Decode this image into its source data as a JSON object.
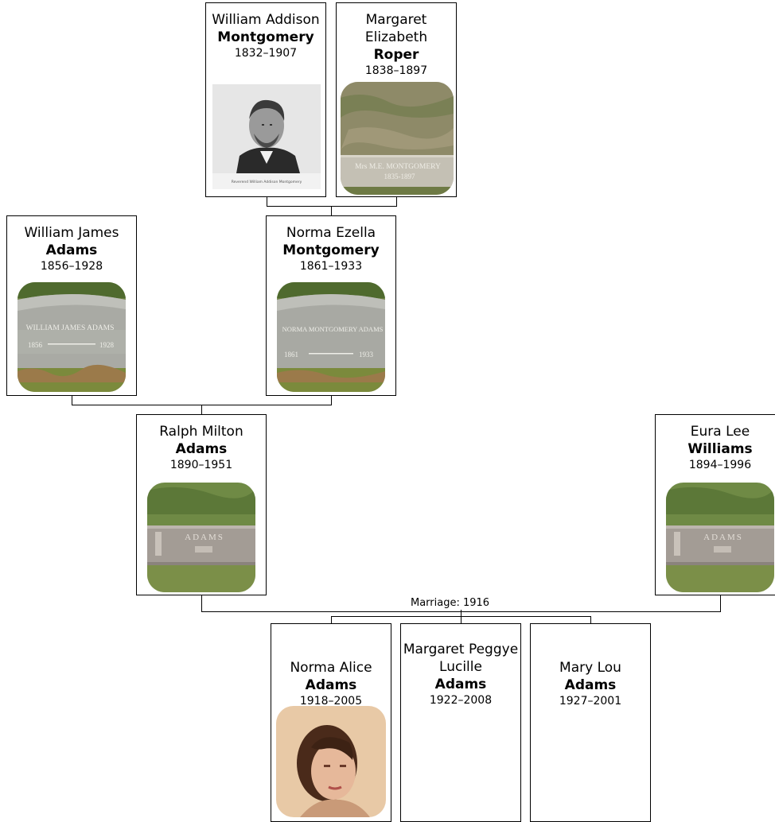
{
  "people": {
    "wam": {
      "given": "William Addison",
      "surname": "Montgomery",
      "dates": "1832–1907",
      "photo": "portrait-engraving",
      "caption": "Reverend William Addison Montgomery"
    },
    "mer": {
      "given": "Margaret Elizabeth",
      "surname": "Roper",
      "dates": "1838–1897",
      "photo": "gravestone-flat",
      "inscription_1": "Mrs M.E. MONTGOMERY",
      "inscription_2": "1835-1897"
    },
    "wja": {
      "given": "William James",
      "surname": "Adams",
      "dates": "1856–1928",
      "photo": "gravestone-upright",
      "inscription_1": "WILLIAM JAMES ADAMS",
      "inscription_2": "1856",
      "inscription_3": "1928"
    },
    "nem": {
      "given": "Norma Ezella",
      "surname": "Montgomery",
      "dates": "1861–1933",
      "photo": "gravestone-upright",
      "inscription_1": "NORMA MONTGOMERY ADAMS",
      "inscription_2": "1861",
      "inscription_3": "1933"
    },
    "rma": {
      "given": "Ralph Milton",
      "surname": "Adams",
      "dates": "1890–1951",
      "photo": "gravestone-plaque",
      "inscription_1": "ADAMS"
    },
    "elw": {
      "given": "Eura Lee",
      "surname": "Williams",
      "dates": "1894–1996",
      "photo": "gravestone-plaque",
      "inscription_1": "ADAMS"
    },
    "naa": {
      "given": "Norma Alice",
      "surname": "Adams",
      "dates": "1918–2005",
      "photo": "portrait-woman"
    },
    "mpa": {
      "given": "Margaret Peggye Lucille",
      "surname": "Adams",
      "dates": "1922–2008"
    },
    "mla": {
      "given": "Mary Lou",
      "surname": "Adams",
      "dates": "1927–2001"
    }
  },
  "marriage_label": "Marriage: 1916",
  "colors": {
    "border": "#000000",
    "grass": "#6e8a4a",
    "stone": "#b8b4a8",
    "sepia": "#d9b48f"
  }
}
